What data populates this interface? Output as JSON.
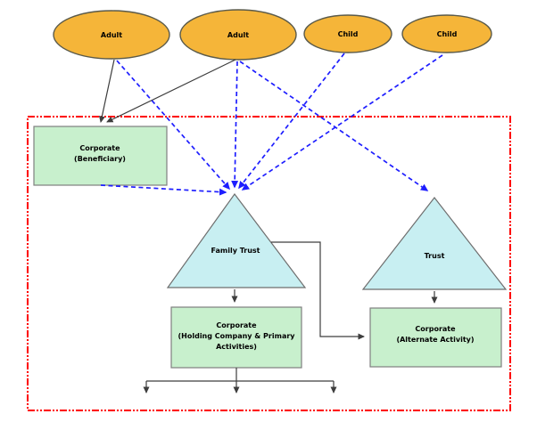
{
  "colors": {
    "person_fill": "#F5B539",
    "person_stroke": "#5a5a4a",
    "company_fill": "#C8F0CD",
    "company_stroke": "#7f7f7f",
    "trust_fill": "#C8EFF2",
    "trust_stroke": "#6e6e6e",
    "solid_edge": "#3D3D3D",
    "dashed_edge": "#1E1EFF",
    "boundary": "#FE0000",
    "text": "#000000"
  },
  "nodes": {
    "adult1": {
      "label": "Adult",
      "shape": "ellipse"
    },
    "adult2": {
      "label": "Adult",
      "shape": "ellipse"
    },
    "child1": {
      "label": "Child",
      "shape": "ellipse"
    },
    "child2": {
      "label": "Child",
      "shape": "ellipse"
    },
    "beneficiary": {
      "lines": [
        "Corporate",
        "(Beneficiary)"
      ],
      "shape": "rectangle"
    },
    "family_trust": {
      "label": "Family Trust",
      "shape": "triangle"
    },
    "trust": {
      "label": "Trust",
      "shape": "triangle"
    },
    "holding": {
      "lines": [
        "Corporate",
        "(Holding Company & Primary",
        "Activities)"
      ],
      "shape": "rectangle"
    },
    "alternate": {
      "lines": [
        "Corporate",
        "(Alternate Activity)"
      ],
      "shape": "rectangle"
    }
  },
  "edges": {
    "solid": [
      {
        "from": "adult1",
        "to": "beneficiary"
      },
      {
        "from": "adult2",
        "to": "beneficiary"
      },
      {
        "from": "family_trust",
        "to": "holding"
      },
      {
        "from": "trust",
        "to": "alternate"
      },
      {
        "from": "family_trust",
        "to": "alternate"
      },
      {
        "from": "holding",
        "to": "unlabelled-output-1"
      },
      {
        "from": "holding",
        "to": "unlabelled-output-2"
      },
      {
        "from": "holding",
        "to": "unlabelled-output-3"
      }
    ],
    "dashed_blue": [
      {
        "from": "adult1",
        "to": "family_trust"
      },
      {
        "from": "adult2",
        "to": "family_trust"
      },
      {
        "from": "adult2",
        "to": "trust"
      },
      {
        "from": "child1",
        "to": "family_trust"
      },
      {
        "from": "child2",
        "to": "family_trust"
      },
      {
        "from": "beneficiary",
        "to": "family_trust"
      }
    ],
    "boundary_contains": [
      "beneficiary",
      "family_trust",
      "trust",
      "holding",
      "alternate"
    ]
  }
}
